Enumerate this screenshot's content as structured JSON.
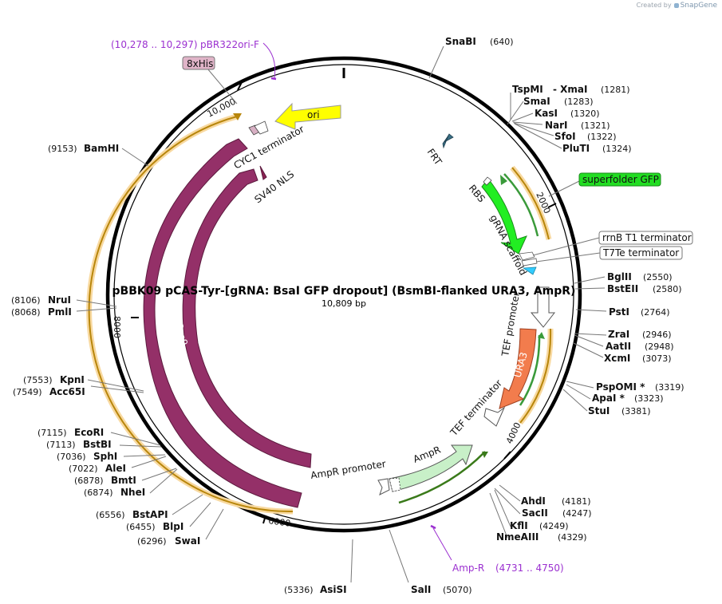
{
  "brand": {
    "prefix": "Created by",
    "name": "SnapGene"
  },
  "plasmid": {
    "name": "pBBK09 pCAS-Tyr-[gRNA: BsaI GFP dropout] (BsmBI-flanked URA3, AmpR)",
    "length": "10,809 bp"
  },
  "ticks": [
    "10,000",
    "2000",
    "4000",
    "6000",
    "8000"
  ],
  "primers": [
    {
      "name": "pBR322ori-F",
      "coords": "(10,278 .. 10,297)",
      "color": "#9b30d0"
    },
    {
      "name": "Amp-R",
      "coords": "(4731 .. 4750)",
      "color": "#9b30d0"
    }
  ],
  "features": [
    {
      "name": "ori",
      "color": "#ffff00"
    },
    {
      "name": "CYC1 terminator",
      "color": "#ffffff"
    },
    {
      "name": "SV40 NLS",
      "color": "#8b2252"
    },
    {
      "name": "Cas9",
      "color": "#943068"
    },
    {
      "name": "Cas9",
      "color": "#943068"
    },
    {
      "name": "FRT",
      "color": "#3a6f84"
    },
    {
      "name": "RBS",
      "color": "#ffffff"
    },
    {
      "name": "gRNA scaffold",
      "color": "#ffffff"
    },
    {
      "name": "TEF promoter",
      "color": "#ffffff"
    },
    {
      "name": "URA3",
      "color": "#f27c4d"
    },
    {
      "name": "TEF terminator",
      "color": "#ffffff"
    },
    {
      "name": "AmpR",
      "color": "#c8f0c8"
    },
    {
      "name": "AmpR promoter",
      "color": "#ffffff"
    }
  ],
  "boxed_labels": [
    {
      "name": "8xHis",
      "fill": "#e0b4c8"
    },
    {
      "name": "superfolder GFP",
      "fill": "#22dd22"
    },
    {
      "name": "rrnB T1 terminator",
      "fill": "#ffffff"
    },
    {
      "name": "T7Te terminator",
      "fill": "#ffffff"
    }
  ],
  "sites": [
    {
      "name": "SnaBI",
      "pos": "(640)"
    },
    {
      "name": "TspMI",
      "pos": ""
    },
    {
      "name": "- XmaI",
      "pos": "(1281)"
    },
    {
      "name": "SmaI",
      "pos": "(1283)"
    },
    {
      "name": "KasI",
      "pos": "(1320)"
    },
    {
      "name": "NarI",
      "pos": "(1321)"
    },
    {
      "name": "SfoI",
      "pos": "(1322)"
    },
    {
      "name": "PluTI",
      "pos": "(1324)"
    },
    {
      "name": "BglII",
      "pos": "(2550)"
    },
    {
      "name": "BstEII",
      "pos": "(2580)"
    },
    {
      "name": "PstI",
      "pos": "(2764)"
    },
    {
      "name": "ZraI",
      "pos": "(2946)"
    },
    {
      "name": "AatII",
      "pos": "(2948)"
    },
    {
      "name": "XcmI",
      "pos": "(3073)"
    },
    {
      "name": "PspOMI *",
      "pos": "(3319)"
    },
    {
      "name": "ApaI *",
      "pos": "(3323)"
    },
    {
      "name": "StuI",
      "pos": "(3381)"
    },
    {
      "name": "AhdI",
      "pos": "(4181)"
    },
    {
      "name": "SacII",
      "pos": "(4247)"
    },
    {
      "name": "KflI",
      "pos": "(4249)"
    },
    {
      "name": "NmeAIII",
      "pos": "(4329)"
    },
    {
      "name": "SalI",
      "pos": "(5070)"
    },
    {
      "name": "AsiSI",
      "pos": "(5336)"
    },
    {
      "name": "SwaI",
      "pos": "(6296)"
    },
    {
      "name": "BlpI",
      "pos": "(6455)"
    },
    {
      "name": "BstAPI",
      "pos": "(6556)"
    },
    {
      "name": "NheI",
      "pos": "(6874)"
    },
    {
      "name": "BmtI",
      "pos": "(6878)"
    },
    {
      "name": "AleI",
      "pos": "(7022)"
    },
    {
      "name": "SphI",
      "pos": "(7036)"
    },
    {
      "name": "BstBI",
      "pos": "(7113)"
    },
    {
      "name": "EcoRI",
      "pos": "(7115)"
    },
    {
      "name": "Acc65I",
      "pos": "(7549)"
    },
    {
      "name": "KpnI",
      "pos": "(7553)"
    },
    {
      "name": "PmlI",
      "pos": "(8068)"
    },
    {
      "name": "NruI",
      "pos": "(8106)"
    },
    {
      "name": "BamHI",
      "pos": "(9153)"
    }
  ]
}
